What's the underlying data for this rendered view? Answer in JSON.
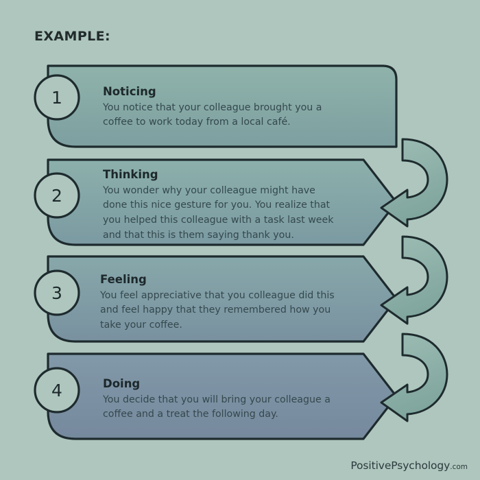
{
  "page": {
    "heading": "EXAMPLE:",
    "background_color": "#aec6bd",
    "outline_color": "#1e2b2e",
    "footer_brand": "PositivePsychology",
    "footer_tld": ".com"
  },
  "steps": [
    {
      "number": "1",
      "title": "Noticing",
      "body": "You notice that your colleague brought you a\ncoffee to work today from a local café.",
      "fill_top": "#8fb3ab",
      "fill_bottom": "#7d9fa0",
      "shape": "rounded-banner"
    },
    {
      "number": "2",
      "title": "Thinking",
      "body": "You wonder why your colleague might have\ndone this nice gesture for you. You realize that\nyou helped this colleague with a task last week\nand that this is them saying thank you.",
      "fill_top": "#8cb0ab",
      "fill_bottom": "#7b9aa2",
      "shape": "chevron-banner"
    },
    {
      "number": "3",
      "title": "Feeling",
      "body": "You feel appreciative that you colleague did this\nand feel happy that they remembered how you\ntake your coffee.",
      "fill_top": "#87a8aa",
      "fill_bottom": "#7991a0",
      "shape": "chevron-banner"
    },
    {
      "number": "4",
      "title": "Doing",
      "body": "You decide that you will bring your colleague a\ncoffee and a treat the following day.",
      "fill_top": "#8199a8",
      "fill_bottom": "#76899e",
      "shape": "chevron-banner"
    }
  ],
  "connectors": [
    {
      "label": "curved-arrow-1-to-2"
    },
    {
      "label": "curved-arrow-2-to-3"
    },
    {
      "label": "curved-arrow-3-to-4"
    }
  ]
}
